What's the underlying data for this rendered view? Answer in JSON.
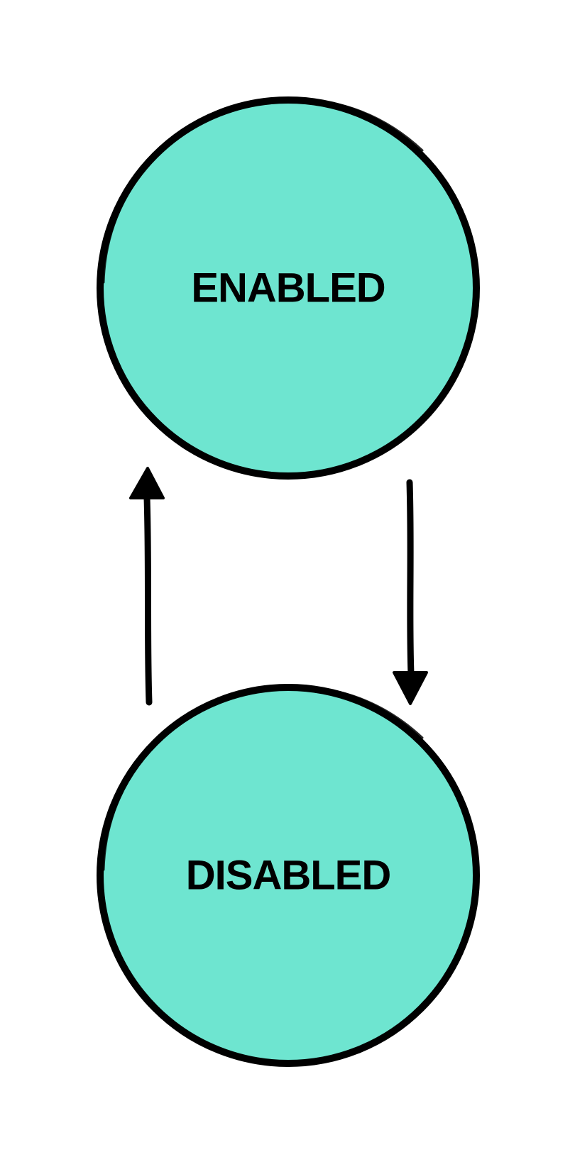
{
  "diagram": {
    "states": [
      {
        "id": "enabled",
        "label": "ENABLED"
      },
      {
        "id": "disabled",
        "label": "DISABLED"
      }
    ],
    "transitions": [
      {
        "from": "enabled",
        "to": "disabled"
      },
      {
        "from": "disabled",
        "to": "enabled"
      }
    ]
  },
  "colors": {
    "state_fill": "#6ee5d0",
    "stroke": "#000000",
    "text": "#000000",
    "background": "#ffffff"
  }
}
